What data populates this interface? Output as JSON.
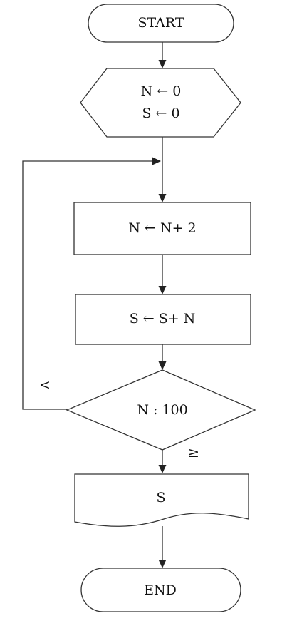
{
  "start": {
    "label": "START"
  },
  "init": {
    "line1": "N ← 0",
    "line2": "S ← 0"
  },
  "step_n": {
    "label": "N ← N+ 2"
  },
  "step_s": {
    "label": "S ← S+ N"
  },
  "decision": {
    "label": "N : 100",
    "loop_label": "<",
    "exit_label": "≥"
  },
  "output": {
    "label": "S"
  },
  "end": {
    "label": "END"
  }
}
